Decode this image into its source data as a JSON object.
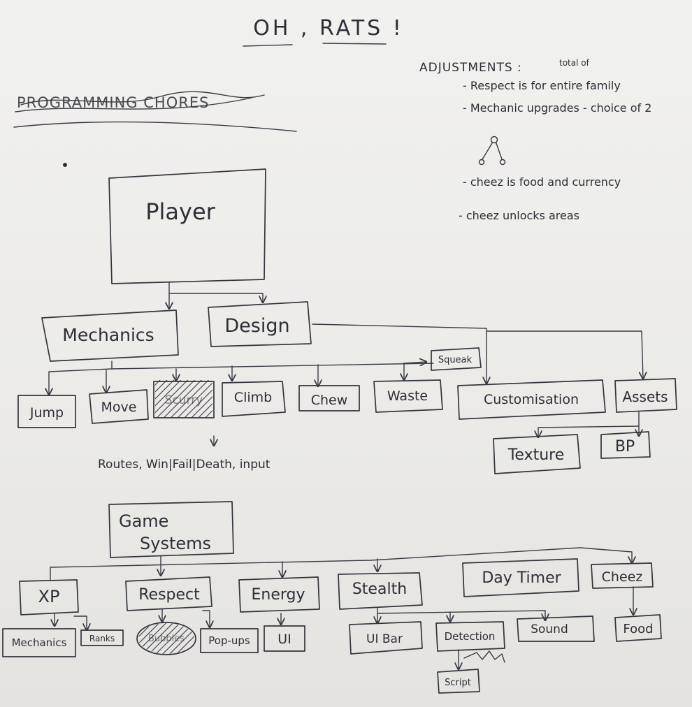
{
  "title": "OH , RATS !",
  "struck_heading": "PROGRAMMING CHORES",
  "notes": {
    "heading": "ADJUSTMENTS :",
    "items": [
      "- Respect is for entire family",
      "- Mechanic upgrades - choice of 2",
      "- cheez is food and currency",
      "- cheez unlocks areas"
    ],
    "insert": "total of"
  },
  "tree_player": {
    "root": "Player",
    "mechanics": "Mechanics",
    "design": "Design",
    "jump": "Jump",
    "move": "Move",
    "scurry": "Scurry",
    "climb": "Climb",
    "chew": "Chew",
    "waste": "Waste",
    "squeak": "Squeak",
    "customisation": "Customisation",
    "assets": "Assets",
    "texture": "Texture",
    "bp": "BP",
    "routes_note": "Routes, Win|Fail|Death, input"
  },
  "tree_systems": {
    "root_line1": "Game",
    "root_line2": "Systems",
    "xp": "XP",
    "respect": "Respect",
    "energy": "Energy",
    "stealth": "Stealth",
    "day_timer": "Day Timer",
    "cheez": "Cheez",
    "mechanics": "Mechanics",
    "ranks": "Ranks",
    "bubbles": "Bubbles",
    "popups": "Pop-ups",
    "ui": "UI",
    "ui_bar": "UI Bar",
    "detection": "Detection",
    "sound": "Sound",
    "food": "Food",
    "script": "Script"
  }
}
